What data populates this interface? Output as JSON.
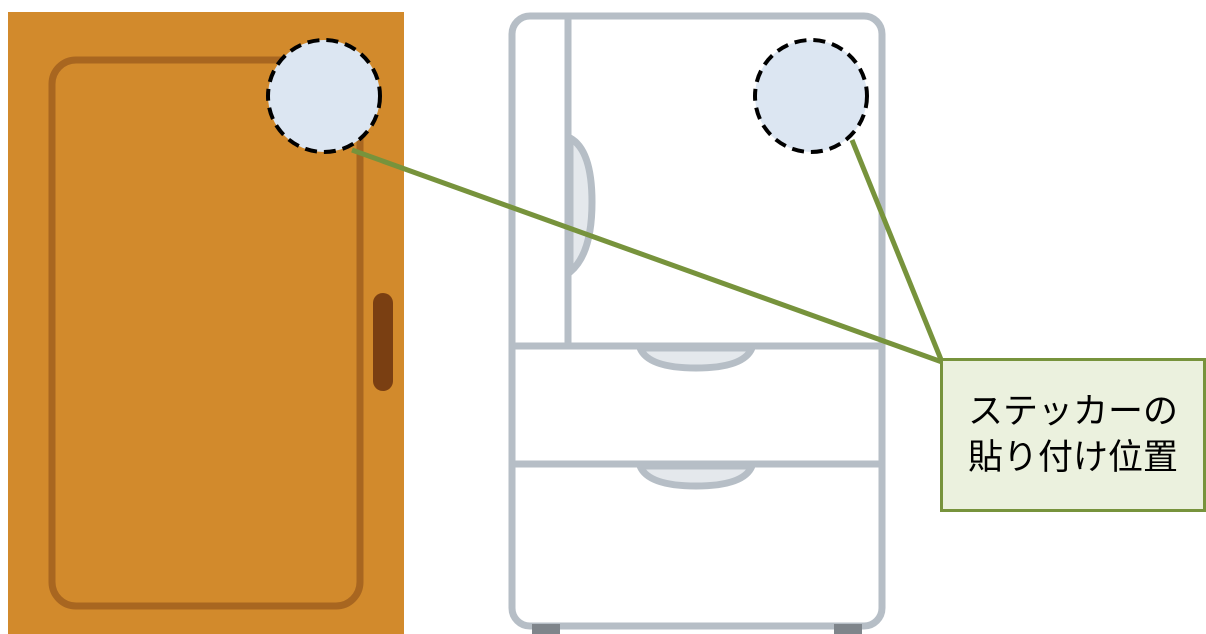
{
  "callout": {
    "line1": "ステッカーの",
    "line2": "貼り付け位置"
  },
  "colors": {
    "door_fill": "#d28a2c",
    "door_panel_line": "#9a5a1c",
    "door_handle": "#7a3f12",
    "fridge_outline": "#b6bec6",
    "fridge_fill": "#ffffff",
    "fridge_handle": "#e4e8ec",
    "fridge_feet": "#7f858b",
    "sticker_fill": "#dce6f2",
    "sticker_border": "#000000",
    "leader_line": "#77933c",
    "callout_fill": "#ebf1de",
    "callout_border": "#77933c"
  },
  "icons": {
    "door": "wooden-door-icon",
    "fridge": "refrigerator-icon",
    "sticker": "sticker-position-marker"
  }
}
